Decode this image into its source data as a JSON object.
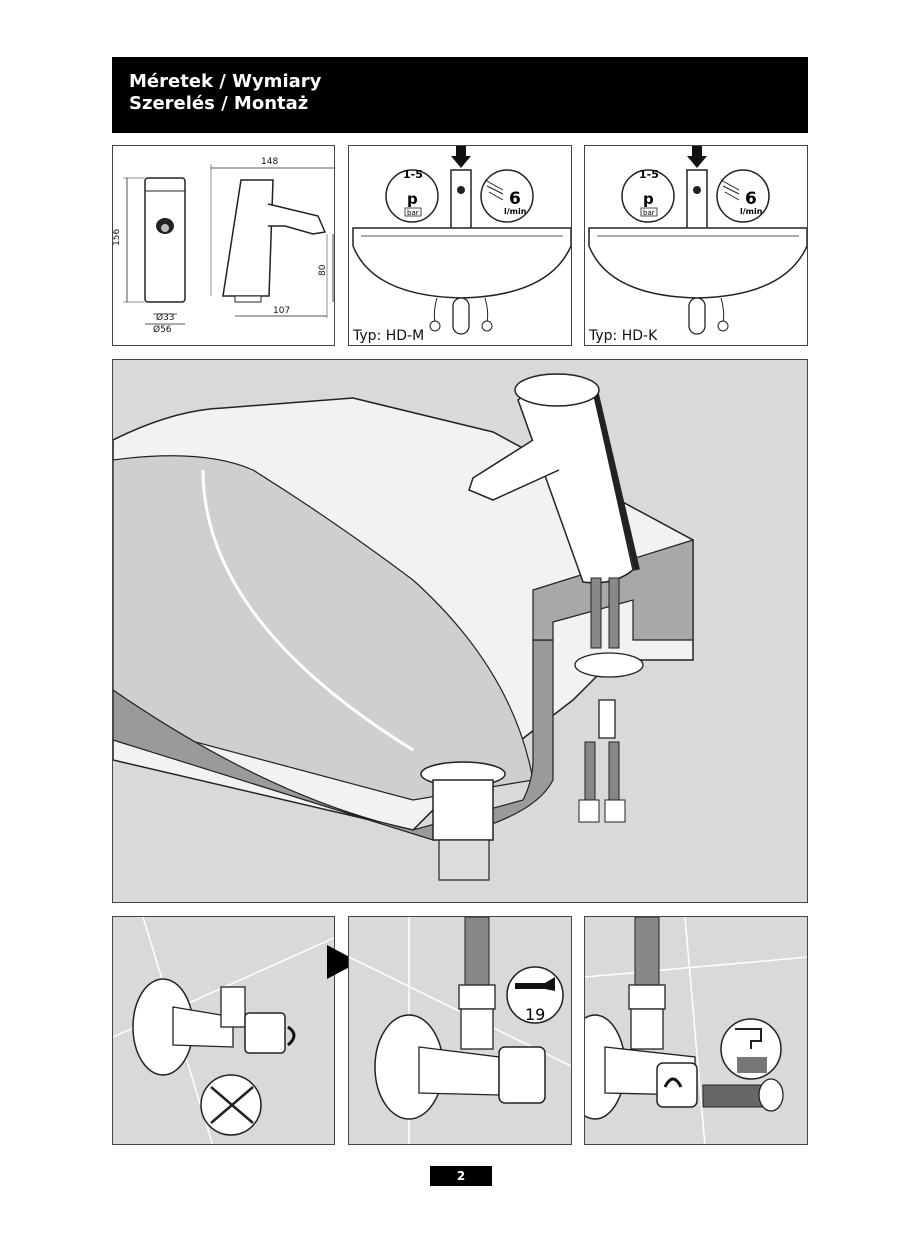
{
  "header": {
    "line1": "Méretek / Wymiary",
    "line2": "Szerelés / Montaż"
  },
  "dimensions": {
    "width_top": "148",
    "height_total": "156",
    "height_spout": "80",
    "reach": "107",
    "diameter_inner": "Ø33",
    "diameter_outer": "Ø56"
  },
  "pressure_badge": {
    "range": "1-5",
    "symbol": "p",
    "unit": "bar"
  },
  "flow_badge": {
    "value": "6",
    "unit": "l/min"
  },
  "type_labels": {
    "hd_m": "Typ: HD-M",
    "hd_k": "Typ: HD-K"
  },
  "wrench_badge": {
    "size": "19"
  },
  "page": {
    "number": "2"
  },
  "icons": [
    "pressure-gauge-icon",
    "flow-rate-icon",
    "press-arrow-icon",
    "wrench-icon",
    "no-tools-icon",
    "rinse-tap-icon",
    "rotate-arrow-icon",
    "next-step-arrow-icon"
  ]
}
